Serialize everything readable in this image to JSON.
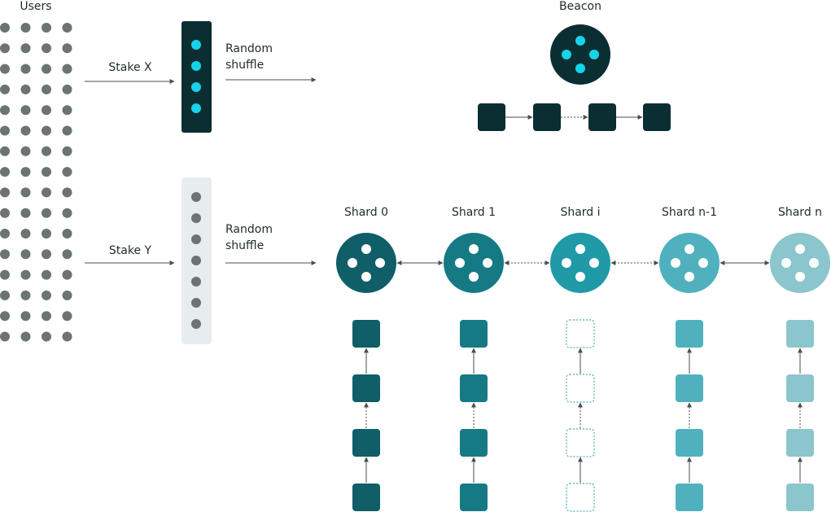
{
  "labels": {
    "users": "Users",
    "beacon": "Beacon",
    "stake_x": "Stake X",
    "stake_y": "Stake Y",
    "random_shuffle_top": [
      "Random",
      "shuffle"
    ],
    "random_shuffle_bottom": [
      "Random",
      "shuffle"
    ]
  },
  "users_grid": {
    "rows": 16,
    "cols": 4
  },
  "beacon_chain_blocks": 4,
  "shards": [
    {
      "name": "Shard 0",
      "color": "#0f5e68",
      "dashed_blocks": false
    },
    {
      "name": "Shard 1",
      "color": "#167a85",
      "dashed_blocks": false
    },
    {
      "name": "Shard i",
      "color": "#1f9aa6",
      "dashed_blocks": true
    },
    {
      "name": "Shard n-1",
      "color": "#4fb1bd",
      "dashed_blocks": false
    },
    {
      "name": "Shard n",
      "color": "#8ac6cc",
      "dashed_blocks": false
    }
  ],
  "shard_links": [
    "solid",
    "dashed",
    "dashed",
    "solid"
  ],
  "colors": {
    "dark": "#0b2e33",
    "cyan": "#17d3ea",
    "user_dot": "#6b7373",
    "stake_y_panel": "#e7ecef",
    "arrow": "#4a4f52"
  }
}
